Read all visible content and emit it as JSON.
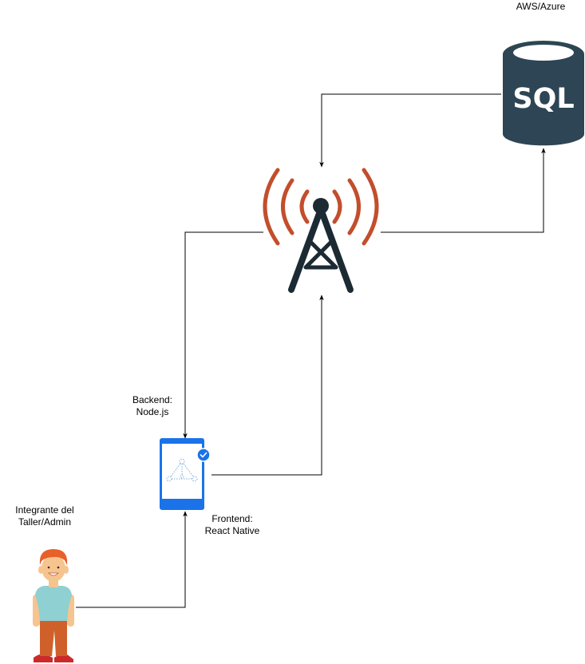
{
  "labels": {
    "cloud": "AWS/Azure",
    "db_text": "SQL",
    "backend_line1": "Backend:",
    "backend_line2": "Node.js",
    "frontend_line1": "Frontend:",
    "frontend_line2": "React Native",
    "user_line1": "Integrante del",
    "user_line2": "Taller/Admin"
  },
  "colors": {
    "database": "#2d4554",
    "tower": "#1c2a33",
    "signal_waves": "#c24e2c",
    "phone_body": "#1a73e8",
    "phone_screen": "#ffffff",
    "check_badge": "#1a73e8",
    "connector": "#000000",
    "person_hair": "#e8602a",
    "person_skin": "#f6c48f",
    "person_shirt": "#8fd0d3",
    "person_pants": "#d0602a",
    "person_shoes": "#cc2a2a"
  },
  "icons": {
    "database": "sql-database-icon",
    "tower": "radio-tower-icon",
    "phone": "mobile-app-icon",
    "person": "user-person-icon"
  }
}
